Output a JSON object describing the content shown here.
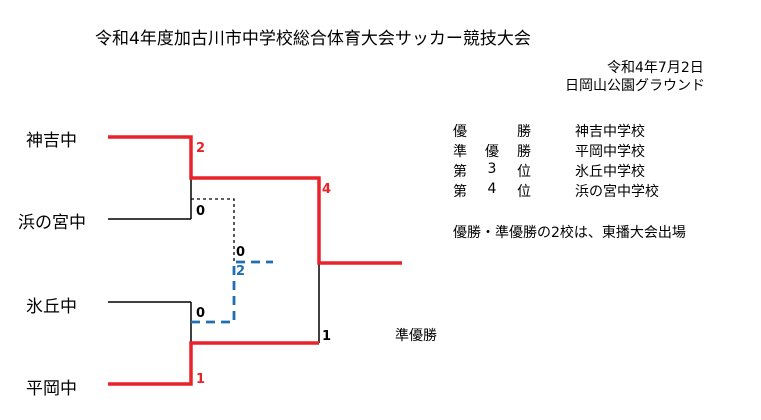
{
  "header": {
    "title": "令和4年度加古川市中学校総合体育大会サッカー競技大会",
    "date": "令和4年7月2日",
    "venue": "日岡山公園グラウンド"
  },
  "bracket": {
    "teams": [
      "神吉中",
      "浜の宮中",
      "氷丘中",
      "平岡中"
    ],
    "scores": {
      "kanki_sf": "2",
      "hamanomiya_sf": "0",
      "hioka_sf": "0",
      "hiraoka_sf": "1",
      "hamanomiya_3rd": "0",
      "hioka_3rd": "2",
      "kanki_final": "4",
      "hiraoka_final": "1"
    },
    "runner_up_label": "準優勝",
    "colors": {
      "winner": "#e8232a",
      "third_place": "#1f6fb2",
      "line": "#000000"
    }
  },
  "results": [
    {
      "rank_chars": [
        "優",
        "勝"
      ],
      "school": "神吉中学校"
    },
    {
      "rank_chars": [
        "準",
        "優",
        "勝"
      ],
      "school": "平岡中学校"
    },
    {
      "rank_chars": [
        "第",
        "3",
        "位"
      ],
      "school": "氷丘中学校"
    },
    {
      "rank_chars": [
        "第",
        "4",
        "位"
      ],
      "school": "浜の宮中学校"
    }
  ],
  "note": "優勝・準優勝の2校は、東播大会出場"
}
